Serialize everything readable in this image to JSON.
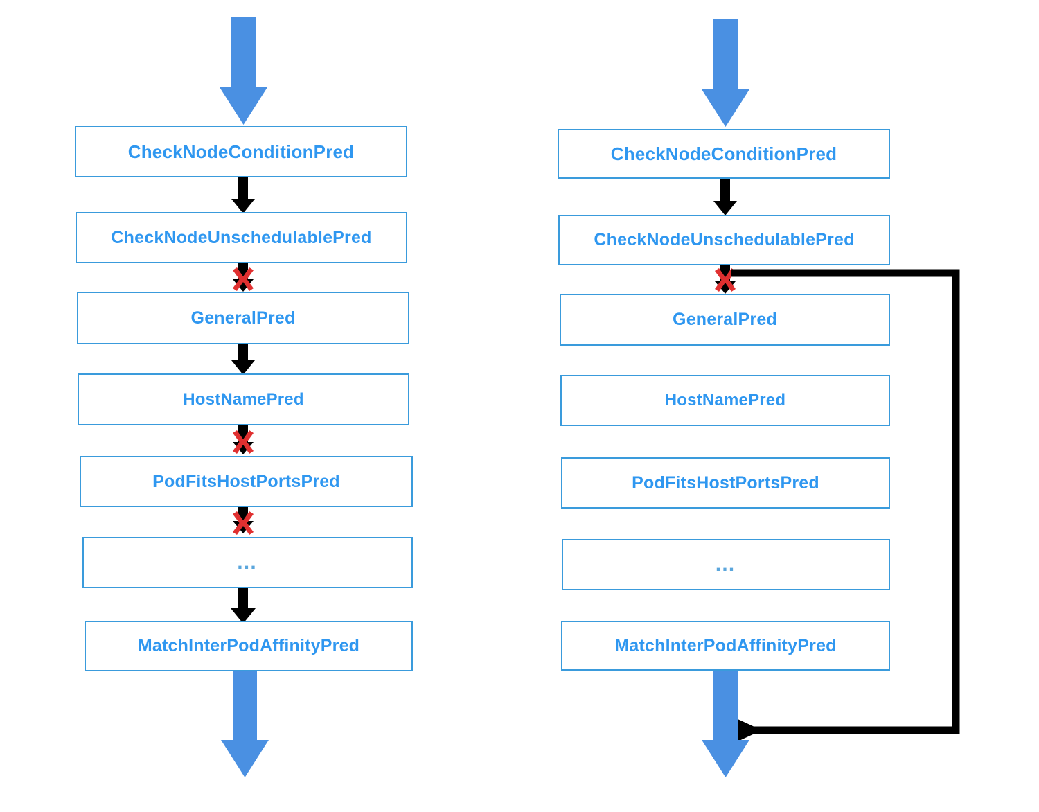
{
  "diagram": {
    "title": "Kubernetes scheduler predicate chain comparison",
    "type": "flowchart",
    "colors": {
      "box_border": "#3a9bdc",
      "box_text": "#2f97f0",
      "ellipsis_text": "#5ba6dc",
      "flow_arrow": "#4a90e2",
      "connector": "#000000",
      "fail_mark": "#e03030",
      "background": "#ffffff"
    },
    "columns": [
      {
        "id": "left-column",
        "name": "sequential-evaluation-flow",
        "nodes": [
          {
            "label": "CheckNodeConditionPred",
            "font_size": 26
          },
          {
            "label": "CheckNodeUnschedulablePred",
            "font_size": 25
          },
          {
            "label": "GeneralPred",
            "font_size": 25
          },
          {
            "label": "HostNamePred",
            "font_size": 24
          },
          {
            "label": "PodFitsHostPortsPred",
            "font_size": 25
          },
          {
            "label": "…",
            "font_size": 30,
            "is_ellipsis": true
          },
          {
            "label": "MatchInterPodAffinityPred",
            "font_size": 25
          }
        ],
        "connectors": [
          {
            "from": 0,
            "to": 1,
            "kind": "arrow"
          },
          {
            "from": 1,
            "to": 2,
            "kind": "arrow-failed"
          },
          {
            "from": 2,
            "to": 3,
            "kind": "arrow"
          },
          {
            "from": 3,
            "to": 4,
            "kind": "arrow-failed"
          },
          {
            "from": 4,
            "to": 5,
            "kind": "arrow-failed"
          },
          {
            "from": 5,
            "to": 6,
            "kind": "arrow"
          }
        ],
        "entry_arrow": true,
        "exit_arrow": true,
        "loop_back": false
      },
      {
        "id": "right-column",
        "name": "short-circuit-evaluation-flow",
        "nodes": [
          {
            "label": "CheckNodeConditionPred",
            "font_size": 26
          },
          {
            "label": "CheckNodeUnschedulablePred",
            "font_size": 25
          },
          {
            "label": "GeneralPred",
            "font_size": 25
          },
          {
            "label": "HostNamePred",
            "font_size": 24
          },
          {
            "label": "PodFitsHostPortsPred",
            "font_size": 25
          },
          {
            "label": "…",
            "font_size": 30,
            "is_ellipsis": true
          },
          {
            "label": "MatchInterPodAffinityPred",
            "font_size": 25
          }
        ],
        "connectors": [
          {
            "from": 0,
            "to": 1,
            "kind": "arrow"
          },
          {
            "from": 1,
            "to": 2,
            "kind": "arrow-failed"
          }
        ],
        "entry_arrow": true,
        "exit_arrow": true,
        "loop_back": true
      }
    ],
    "icons": {
      "fail": "red-x-icon",
      "down_arrow": "down-arrow-icon",
      "flow_in": "blue-down-arrow-icon",
      "flow_out": "blue-down-arrow-icon",
      "bypass": "loop-back-arrow-icon"
    }
  }
}
